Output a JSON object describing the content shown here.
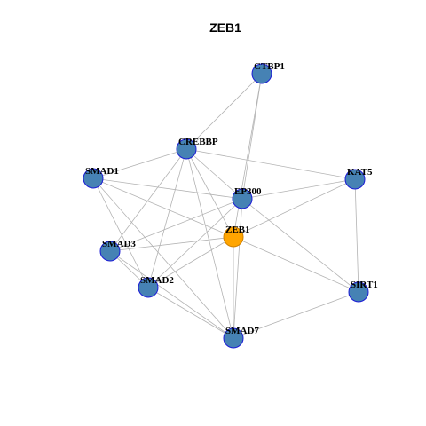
{
  "title": "ZEB1",
  "colors": {
    "node_fill": "#4682b4",
    "node_stroke": "#1c1cd6",
    "center_fill": "#ffa500",
    "center_stroke": "#d08000",
    "edge": "#b3b3b3"
  },
  "nodes": [
    {
      "id": "CTBP1",
      "label": "CTBP1",
      "center": false
    },
    {
      "id": "CREBBP",
      "label": "CREBBP",
      "center": false
    },
    {
      "id": "SMAD1",
      "label": "SMAD1",
      "center": false
    },
    {
      "id": "KAT5",
      "label": "KAT5",
      "center": false
    },
    {
      "id": "EP300",
      "label": "EP300",
      "center": false
    },
    {
      "id": "ZEB1",
      "label": "ZEB1",
      "center": true
    },
    {
      "id": "SMAD3",
      "label": "SMAD3",
      "center": false
    },
    {
      "id": "SMAD2",
      "label": "SMAD2",
      "center": false
    },
    {
      "id": "SIRT1",
      "label": "SIRT1",
      "center": false
    },
    {
      "id": "SMAD7",
      "label": "SMAD7",
      "center": false
    }
  ],
  "edges": [
    [
      "CTBP1",
      "CREBBP"
    ],
    [
      "CTBP1",
      "EP300"
    ],
    [
      "CTBP1",
      "ZEB1"
    ],
    [
      "CREBBP",
      "SMAD1"
    ],
    [
      "CREBBP",
      "KAT5"
    ],
    [
      "CREBBP",
      "EP300"
    ],
    [
      "CREBBP",
      "ZEB1"
    ],
    [
      "CREBBP",
      "SMAD3"
    ],
    [
      "CREBBP",
      "SMAD2"
    ],
    [
      "CREBBP",
      "SMAD7"
    ],
    [
      "SMAD1",
      "EP300"
    ],
    [
      "SMAD1",
      "ZEB1"
    ],
    [
      "SMAD1",
      "SMAD2"
    ],
    [
      "SMAD1",
      "SMAD7"
    ],
    [
      "KAT5",
      "EP300"
    ],
    [
      "KAT5",
      "ZEB1"
    ],
    [
      "KAT5",
      "SIRT1"
    ],
    [
      "EP300",
      "SMAD3"
    ],
    [
      "EP300",
      "SMAD2"
    ],
    [
      "EP300",
      "SIRT1"
    ],
    [
      "EP300",
      "SMAD7"
    ],
    [
      "ZEB1",
      "SMAD3"
    ],
    [
      "ZEB1",
      "SMAD2"
    ],
    [
      "ZEB1",
      "SIRT1"
    ],
    [
      "ZEB1",
      "SMAD7"
    ],
    [
      "SMAD3",
      "SMAD2"
    ],
    [
      "SMAD3",
      "SMAD7"
    ],
    [
      "SMAD2",
      "SMAD7"
    ],
    [
      "SIRT1",
      "SMAD7"
    ]
  ]
}
